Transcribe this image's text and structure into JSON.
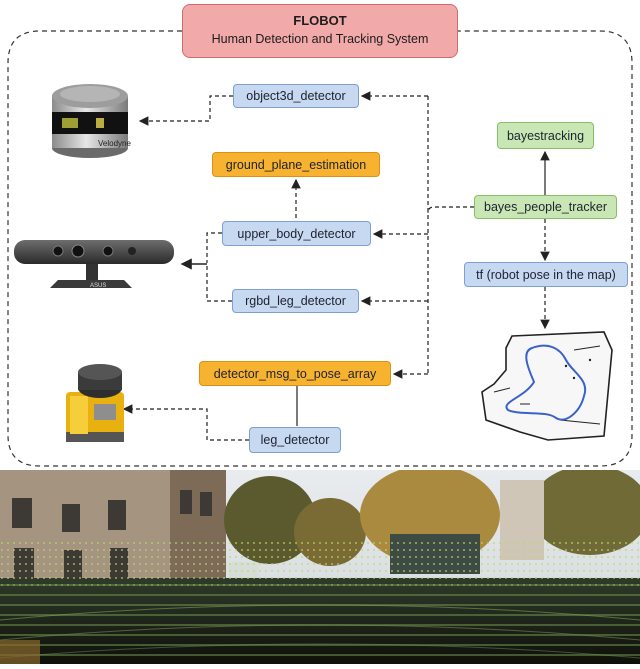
{
  "title": {
    "line1": "FLOBOT",
    "line2": "Human Detection and Tracking System"
  },
  "nodes": {
    "object3d_detector": "object3d_detector",
    "ground_plane_estimation": "ground_plane_estimation",
    "upper_body_detector": "upper_body_detector",
    "rgbd_leg_detector": "rgbd_leg_detector",
    "detector_msg_to_pose_array": "detector_msg_to_pose_array",
    "leg_detector": "leg_detector",
    "bayestracking": "bayestracking",
    "bayes_people_tracker": "bayes_people_tracker",
    "tf_robot_pose": "tf (robot pose in the map)"
  },
  "sensor_labels": {
    "velodyne_brand": "Velodyne",
    "camera_brand": "ASUS"
  },
  "colors": {
    "detector_fill": "#c7d8f1",
    "processing_fill": "#f7b32f",
    "tracking_fill": "#c9e7b5",
    "title_fill": "#f2a9a9"
  },
  "icons": [
    "velodyne-lidar-icon",
    "rgbd-camera-icon",
    "laser-scanner-icon",
    "occupancy-map-icon",
    "street-lidar-photo"
  ]
}
